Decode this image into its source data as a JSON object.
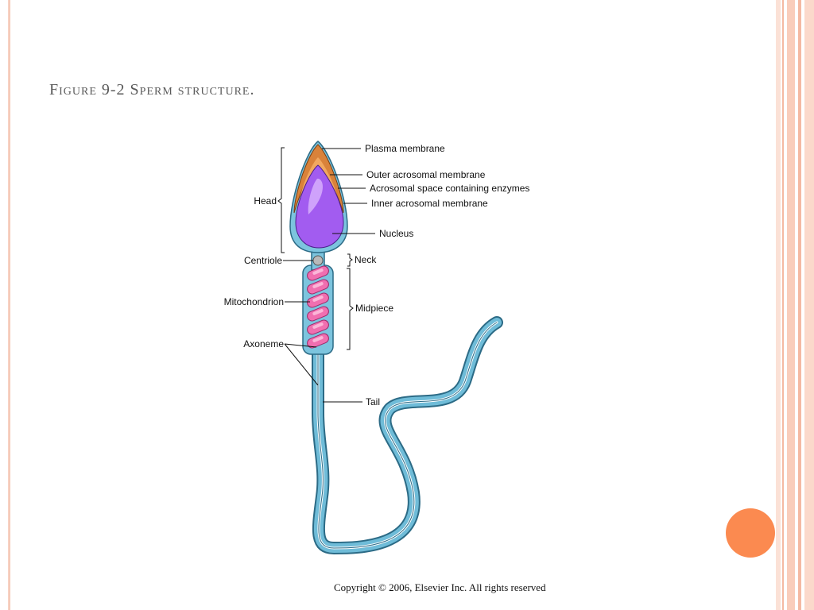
{
  "slide": {
    "title": "Figure 9-2 Sperm structure.",
    "copyright": "Copyright © 2006, Elsevier Inc. All rights reserved"
  },
  "labels": {
    "plasma_membrane": "Plasma membrane",
    "outer_acrosomal_membrane": "Outer acrosomal membrane",
    "acrosomal_space": "Acrosomal space containing enzymes",
    "inner_acrosomal_membrane": "Inner acrosomal membrane",
    "nucleus": "Nucleus",
    "head": "Head",
    "centriole": "Centriole",
    "neck": "Neck",
    "mitochondrion": "Mitochondrion",
    "midpiece": "Midpiece",
    "axoneme": "Axoneme",
    "tail": "Tail"
  },
  "colors": {
    "accent_orange": "#fb8a50",
    "frame_peach": "#f7c9b6",
    "tail_blue": "#6fbcd8",
    "nucleus_purple": "#a25cf0",
    "acrosome_orange": "#d9823a",
    "mitochondria_pink": "#f06fb0"
  }
}
